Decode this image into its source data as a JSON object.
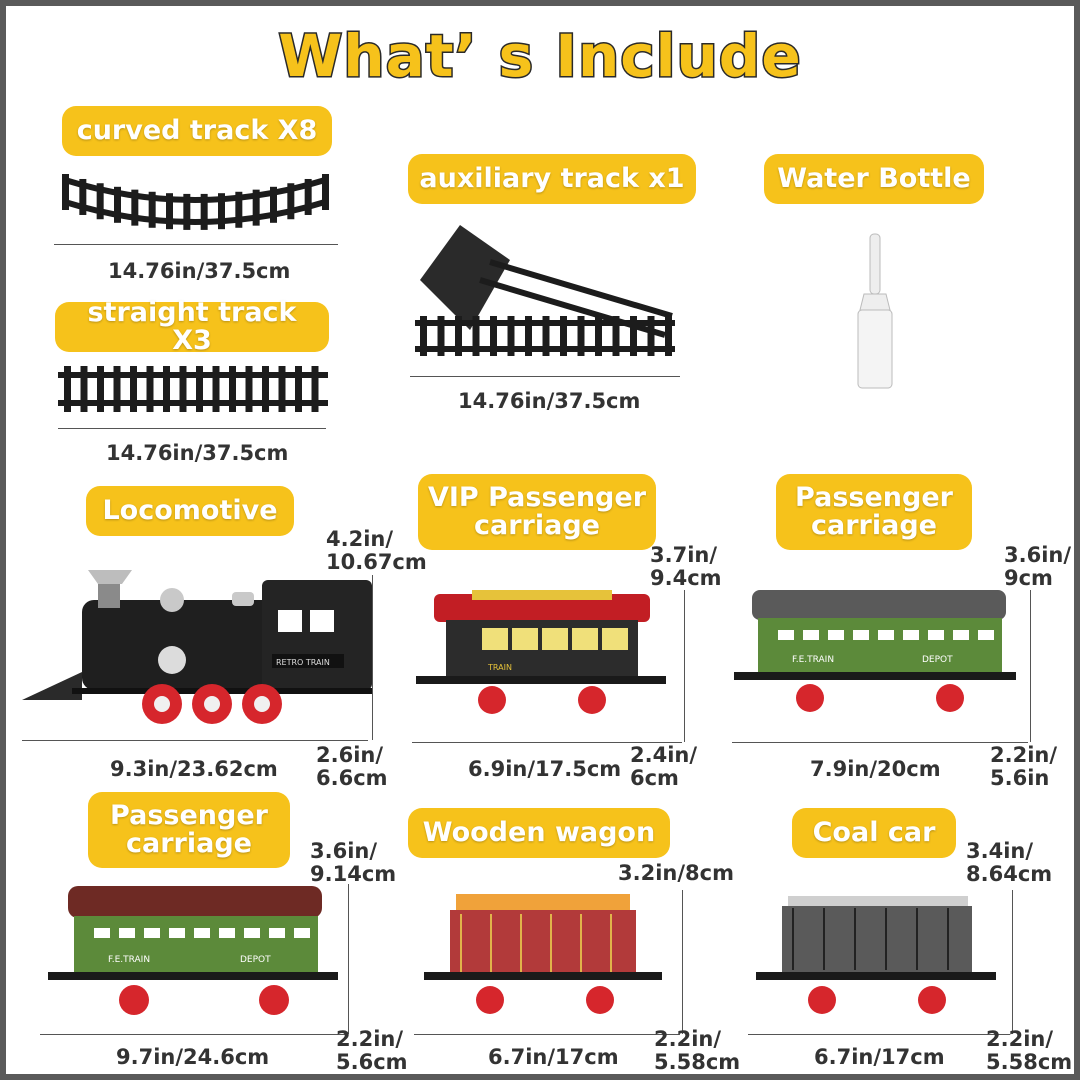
{
  "title": "What’ s Include",
  "items": {
    "curved_track": {
      "label": "curved track X8",
      "dim": "14.76in/37.5cm"
    },
    "straight_track": {
      "label": "straight track X3",
      "dim": "14.76in/37.5cm"
    },
    "auxiliary_track": {
      "label": "auxiliary track x1",
      "dim": "14.76in/37.5cm"
    },
    "water_bottle": {
      "label": "Water Bottle"
    },
    "locomotive": {
      "label": "Locomotive",
      "height": "4.2in/\n10.67cm",
      "width": "9.3in/23.62cm",
      "depth": "2.6in/\n6.6cm",
      "plate": "RETRO TRAIN"
    },
    "vip_carriage": {
      "label": "VIP Passenger\ncarriage",
      "height": "3.7in/\n9.4cm",
      "width": "6.9in/17.5cm",
      "depth": "2.4in/\n6cm",
      "plate": "TRAIN"
    },
    "passenger_carriage_1": {
      "label": "Passenger\ncarriage",
      "height": "3.6in/\n9cm",
      "width": "7.9in/20cm",
      "depth": "2.2in/\n5.6in",
      "plate_left": "F.E.TRAIN",
      "plate_right": "DEPOT"
    },
    "passenger_carriage_2": {
      "label": "Passenger\ncarriage",
      "height": "3.6in/\n9.14cm",
      "width": "9.7in/24.6cm",
      "depth": "2.2in/\n5.6cm",
      "plate_left": "F.E.TRAIN",
      "plate_right": "DEPOT"
    },
    "wooden_wagon": {
      "label": "Wooden wagon",
      "height": "3.2in/8cm",
      "width": "6.7in/17cm",
      "depth": "2.2in/\n5.58cm"
    },
    "coal_car": {
      "label": "Coal car",
      "height": "3.4in/\n8.64cm",
      "width": "6.7in/17cm",
      "depth": "2.2in/\n5.58cm"
    }
  },
  "colors": {
    "label_bg": "#f6c21b",
    "border": "#5a5a5a",
    "green": "#5c8a3a",
    "red_wheel": "#d6262c"
  }
}
